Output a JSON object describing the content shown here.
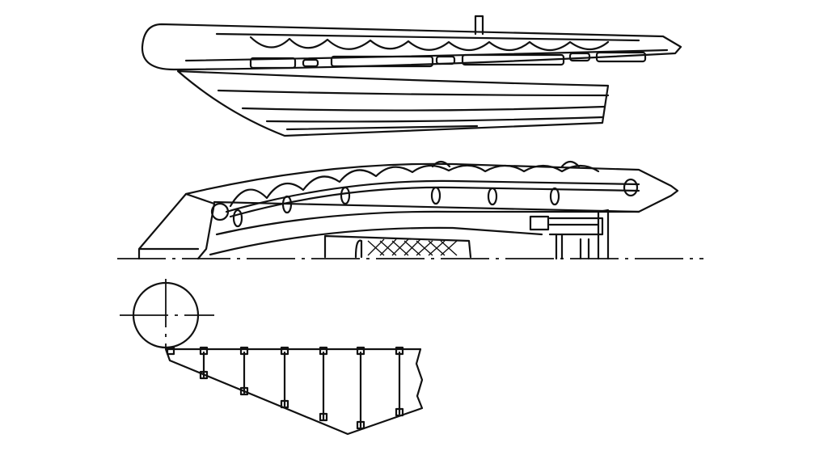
{
  "drawing": {
    "views": [
      "boat-side-elevation",
      "boat-on-trailer-cradle",
      "cradle-frame-section"
    ],
    "line_color": "#111111",
    "background": "#ffffff"
  }
}
